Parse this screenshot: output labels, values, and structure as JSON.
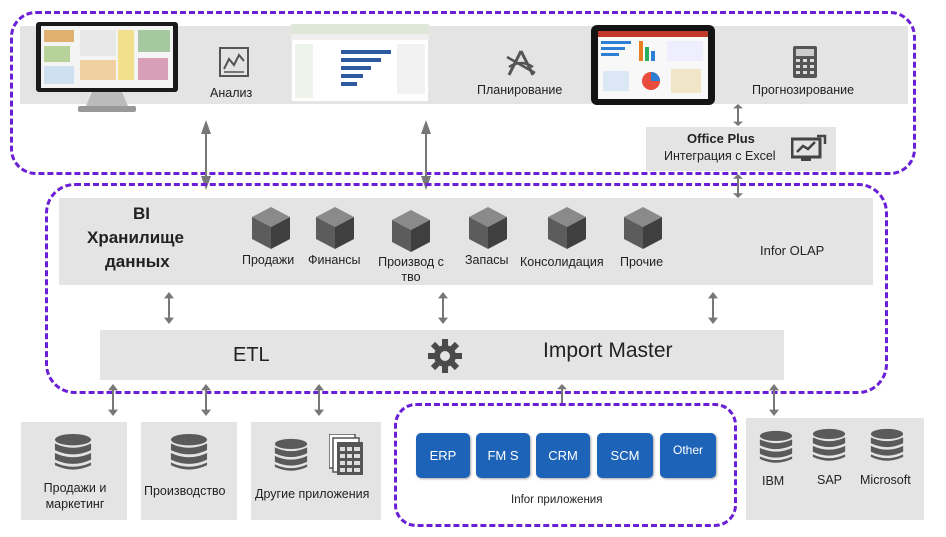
{
  "top": {
    "analysis": "Анализ",
    "planning": "Планирование",
    "forecasting": "Прогнозирование",
    "office_plus_title": "Office Plus",
    "office_plus_sub": "Интеграция с Excel"
  },
  "bi": {
    "title_line1": "BI",
    "title_line2": "Хранилище",
    "title_line3": "данных",
    "cubes": [
      "Продажи",
      "Финансы",
      "Производ ство",
      "Запасы",
      "Консолидация",
      "Прочие"
    ],
    "olap": "Infor OLAP"
  },
  "etl": {
    "etl_label": "ETL",
    "import_master": "Import Master"
  },
  "sources": {
    "sales_marketing": "Продажи и маркетинг",
    "production": "Производство",
    "other_apps": "Другие приложения",
    "infor_apps_label": "Infor приложения",
    "infor_buttons": [
      "ERP",
      "FM S",
      "CRM",
      "SCM",
      "Other"
    ],
    "ibm": "IBM",
    "sap": "SAP",
    "microsoft": "Microsoft"
  },
  "colors": {
    "dash": "#6a1fd6",
    "panel": "#e4e4e4",
    "button": "#1d64b9",
    "icon": "#5c5c5c"
  }
}
